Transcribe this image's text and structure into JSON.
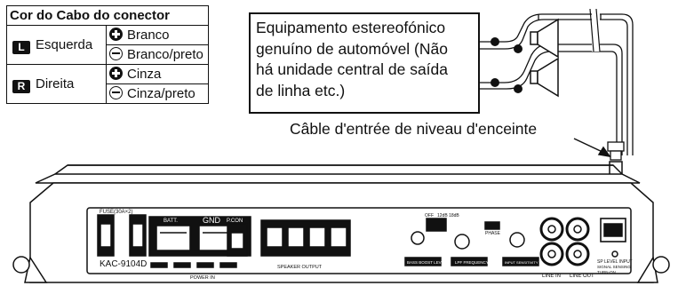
{
  "legend": {
    "header": "Cor do Cabo do conector",
    "rows": [
      {
        "channel_letter": "L",
        "side": "Esquerda",
        "positive": "Branco",
        "negative": "Branco/preto"
      },
      {
        "channel_letter": "R",
        "side": "Direita",
        "positive": "Cinza",
        "negative": "Cinza/preto"
      }
    ]
  },
  "source_box": {
    "lines": [
      "Equipamento estereofónico",
      "genuíno de automóvel (Não",
      "há unidade central de saída",
      "de linha etc.)"
    ]
  },
  "caption": "Câble d'entrée de niveau d'enceinte",
  "amp": {
    "model": "KAC-9104D",
    "fuse_label": "FUSE(30A×2)",
    "batt_label": "BATT.",
    "gnd_label": "GND",
    "rem_label": "P.CON",
    "power_in_label": "POWER IN",
    "speaker_output_label": "SPEAKER OUTPUT",
    "line_in_label": "LINE IN",
    "line_out_label": "LINE OUT",
    "sp_level_input_label": "SP LEVEL INPUT",
    "signal_sensing_label": "SIGNAL SENSING",
    "turn_on_label": "TURN-ON",
    "bass_boost_label": "BASS BOOST LEVEL",
    "lpf_label": "LPF FREQUENCY",
    "input_sensitivity_label": "INPUT SENSITIVITY",
    "phase_label": "PHASE",
    "off_label": "OFF",
    "freq_label": "12dB 18dB"
  },
  "colors": {
    "ink": "#111111",
    "panel": "#ffffff",
    "shade": "#d9d9d9"
  }
}
